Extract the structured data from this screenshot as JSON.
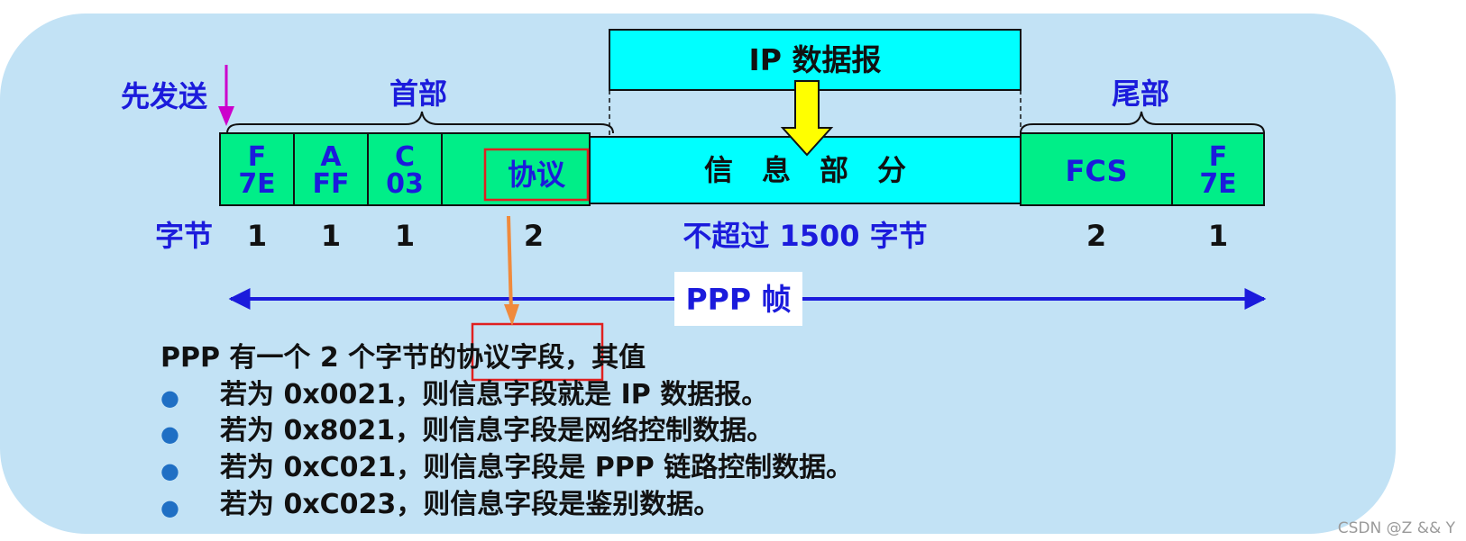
{
  "labels": {
    "send_first": "先发送",
    "header": "首部",
    "trailer": "尾部",
    "ip_datagram": "IP 数据报",
    "bytes": "字节",
    "frame": "PPP 帧"
  },
  "fields": [
    {
      "line1": "F",
      "line2": "7E",
      "bytes": "1"
    },
    {
      "line1": "A",
      "line2": "FF",
      "bytes": "1"
    },
    {
      "line1": "C",
      "line2": "03",
      "bytes": "1"
    },
    {
      "line1": "协议",
      "line2": "",
      "bytes": "2"
    },
    {
      "line1": "信　息　部　分",
      "line2": "",
      "bytes": "不超过 1500 字节"
    },
    {
      "line1": "FCS",
      "line2": "",
      "bytes": "2"
    },
    {
      "line1": "F",
      "line2": "7E",
      "bytes": "1"
    }
  ],
  "description": {
    "intro": "PPP 有一个 2 个字节的协议字段，其值",
    "bullets": [
      "若为 0x0021，则信息字段就是 IP 数据报。",
      "若为 0x8021，则信息字段是网络控制数据。",
      "若为 0xC021，则信息字段是 PPP 链路控制数据。",
      "若为 0xC023，则信息字段是鉴别数据。"
    ]
  },
  "watermark": "CSDN @Z && Y",
  "colors": {
    "panel": "#c2e2f5",
    "field_green": "#00ee88",
    "info_cyan": "#00ffff",
    "text_blue": "#1b1bdc",
    "arrow_yellow": "#ffff00",
    "arrow_magenta": "#cc00cc",
    "arrow_orange": "#f08a3c",
    "highlight_red": "#e02020"
  }
}
